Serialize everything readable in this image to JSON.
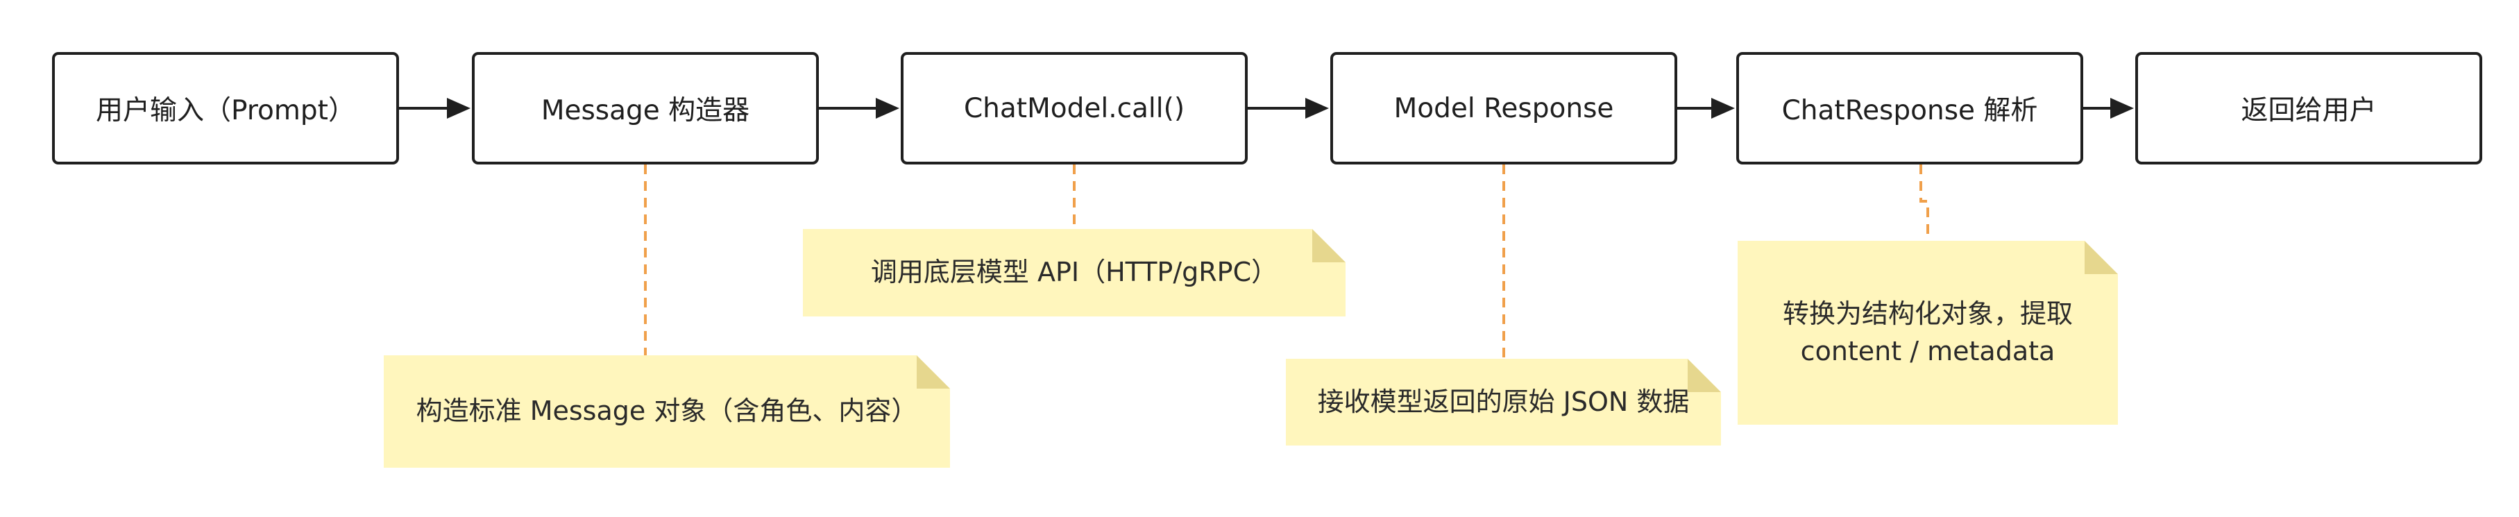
{
  "diagram": {
    "type": "flowchart",
    "direction": "left-to-right",
    "colors": {
      "node_border": "#1f1f1f",
      "node_fill": "#ffffff",
      "arrow": "#1f1f1f",
      "note_fill": "#fff6bd",
      "note_fold": "#e6d78e",
      "connector": "#f0a04b"
    },
    "nodes": [
      {
        "id": "user-input",
        "label": "用户输入（Prompt）"
      },
      {
        "id": "message-builder",
        "label": "Message 构造器"
      },
      {
        "id": "chatmodel-call",
        "label": "ChatModel.call()"
      },
      {
        "id": "model-response",
        "label": "Model Response"
      },
      {
        "id": "chatresponse-parse",
        "label": "ChatResponse 解析"
      },
      {
        "id": "return-to-user",
        "label": "返回给用户"
      }
    ],
    "edges": [
      {
        "from": "user-input",
        "to": "message-builder"
      },
      {
        "from": "message-builder",
        "to": "chatmodel-call"
      },
      {
        "from": "chatmodel-call",
        "to": "model-response"
      },
      {
        "from": "model-response",
        "to": "chatresponse-parse"
      },
      {
        "from": "chatresponse-parse",
        "to": "return-to-user"
      }
    ],
    "notes": [
      {
        "attached_to": "message-builder",
        "text": "构造标准 Message 对象（含角色、内容）"
      },
      {
        "attached_to": "chatmodel-call",
        "text": "调用底层模型 API（HTTP/gRPC）"
      },
      {
        "attached_to": "model-response",
        "text": "接收模型返回的原始 JSON 数据"
      },
      {
        "attached_to": "chatresponse-parse",
        "text": "转换为结构化对象，提取\ncontent / metadata"
      }
    ]
  }
}
